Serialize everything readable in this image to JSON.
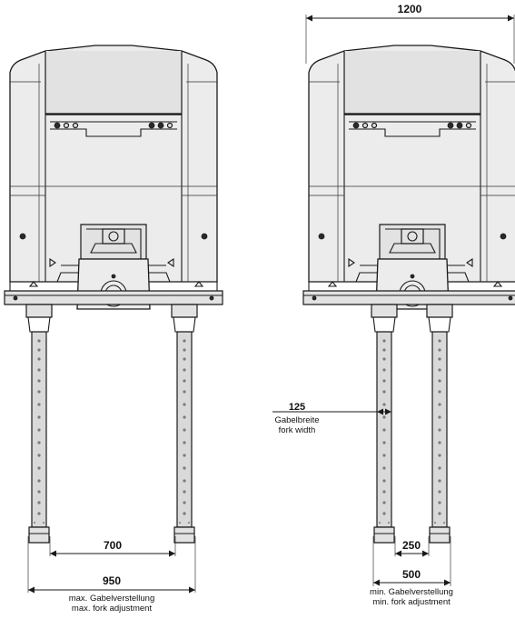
{
  "dimensions": {
    "overall_width": "1200",
    "inner_fork_spacing": "700",
    "max_outer_spacing": "950",
    "fork_width": "125",
    "min_inner_spacing": "250",
    "min_outer_spacing": "500"
  },
  "labels": {
    "fork_width_de": "Gabelbreite",
    "fork_width_en": "fork width",
    "max_adjust_de": "max. Gabelverstellung",
    "max_adjust_en": "max. fork adjustment",
    "min_adjust_de": "min. Gabelverstellung",
    "min_adjust_en": "min. fork adjustment"
  }
}
